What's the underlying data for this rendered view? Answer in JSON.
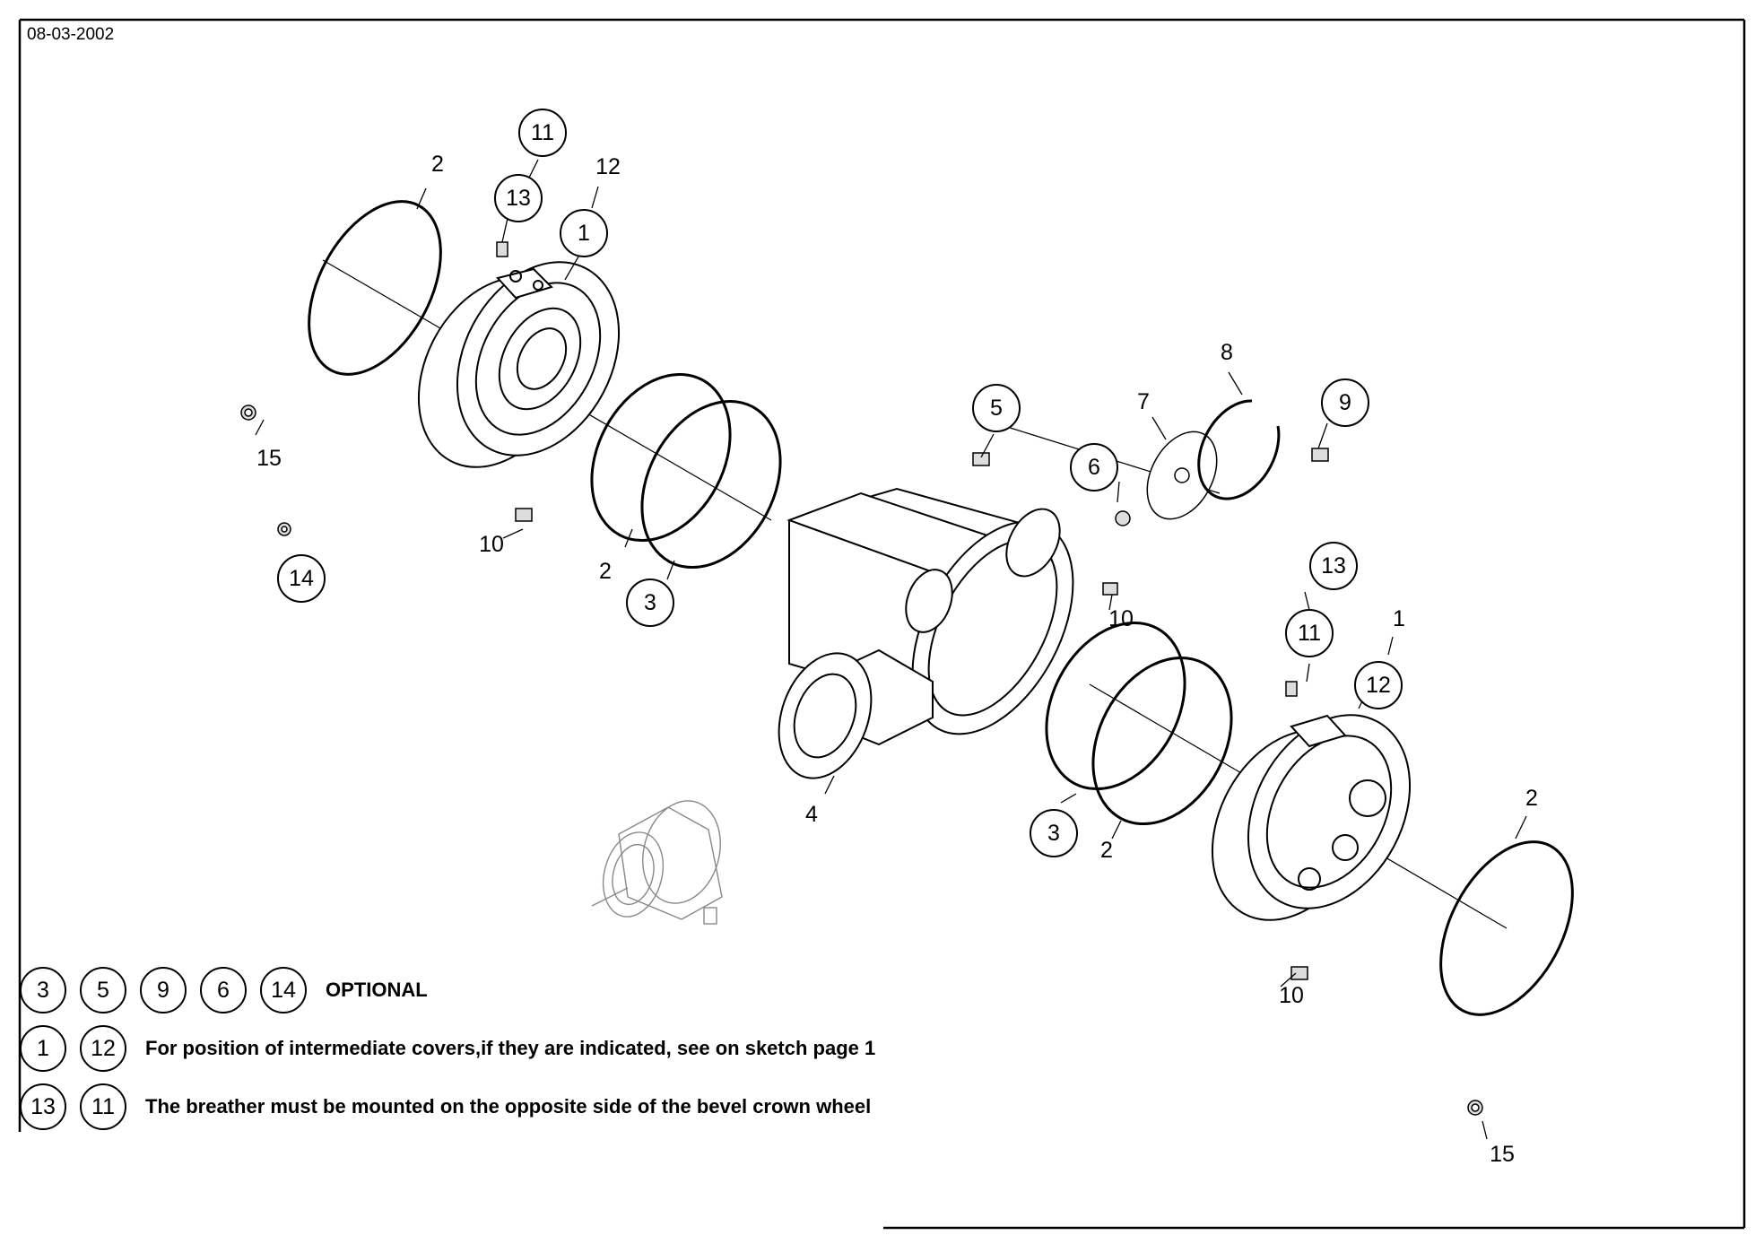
{
  "header": {
    "date": "08-03-2002"
  },
  "callouts": {
    "c1a": "1",
    "c1b": "1",
    "c2a": "2",
    "c2b": "2",
    "c2c": "2",
    "c2d": "2",
    "c3a": "3",
    "c3b": "3",
    "c4": "4",
    "c5": "5",
    "c6": "6",
    "c7": "7",
    "c8": "8",
    "c9": "9",
    "c10a": "10",
    "c10b": "10",
    "c10c": "10",
    "c11a": "11",
    "c11b": "11",
    "c12a": "12",
    "c12b": "12",
    "c13a": "13",
    "c13b": "13",
    "c14": "14",
    "c15a": "15",
    "c15b": "15"
  },
  "legend": [
    {
      "tags": [
        "3",
        "5",
        "9",
        "6",
        "14"
      ],
      "note": "OPTIONAL"
    },
    {
      "tags": [
        "1",
        "12"
      ],
      "note": "For position of intermediate covers,if they are indicated, see on sketch page 1"
    },
    {
      "tags": [
        "13",
        "11"
      ],
      "note": "The breather must be mounted on the opposite side of the bevel crown wheel"
    }
  ]
}
